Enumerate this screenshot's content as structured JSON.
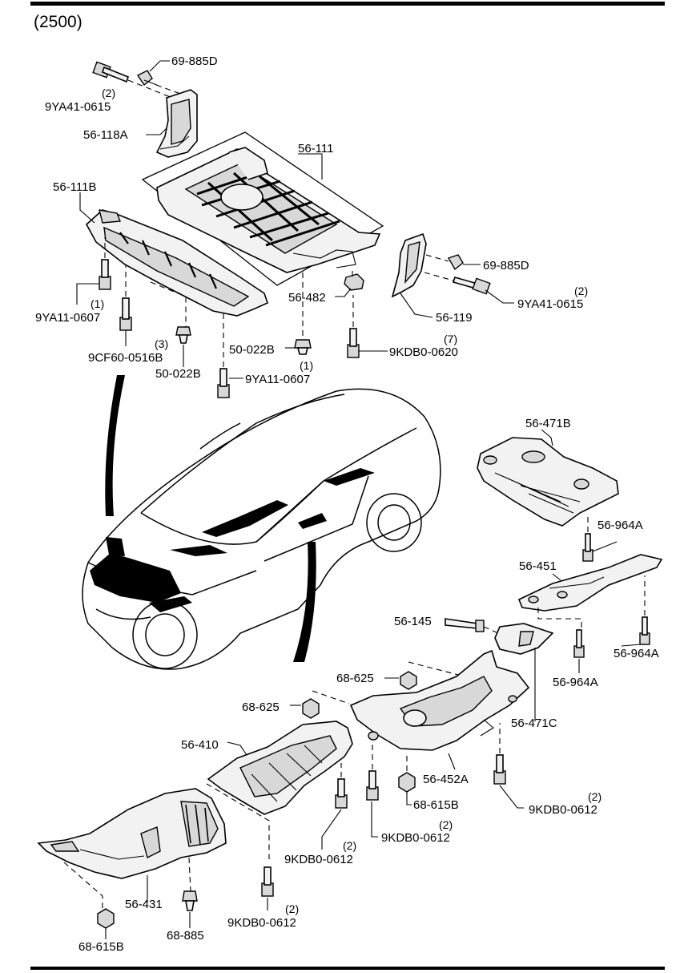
{
  "header": {
    "group_code": "(2500)"
  },
  "parts": {
    "p69_885D_top": "69-885D",
    "p9YA41_0615_top": "9YA41-0615",
    "p9YA41_0615_top_qty": "(2)",
    "p56_118A": "56-118A",
    "p56_111": "56-111",
    "p56_111B": "56-111B",
    "p69_885D_right": "69-885D",
    "p9YA41_0615_right": "9YA41-0615",
    "p9YA41_0615_right_qty": "(2)",
    "p56_482": "56-482",
    "p56_119": "56-119",
    "p9YA11_0607_left": "9YA11-0607",
    "p9YA11_0607_left_qty": "(1)",
    "p9CF60_0516B": "9CF60-0516B",
    "p9CF60_0516B_qty": "(3)",
    "p50_022B_mid": "50-022B",
    "p50_022B_low": "50-022B",
    "p9KDB0_0620": "9KDB0-0620",
    "p9KDB0_0620_qty": "(7)",
    "p9YA11_0607_mid": "9YA11-0607",
    "p9YA11_0607_mid_qty": "(1)",
    "p56_471B": "56-471B",
    "p56_964A_top": "56-964A",
    "p56_451": "56-451",
    "p56_145": "56-145",
    "p56_964A_right": "56-964A",
    "p56_964A_mid": "56-964A",
    "p68_625_upper": "68-625",
    "p68_625_lower": "68-625",
    "p56_471C": "56-471C",
    "p56_410": "56-410",
    "p56_452A": "56-452A",
    "p68_615B_mid": "68-615B",
    "p9KDB0_0612_right": "9KDB0-0612",
    "p9KDB0_0612_right_qty": "(2)",
    "p9KDB0_0612_midA": "9KDB0-0612",
    "p9KDB0_0612_midA_qty": "(2)",
    "p9KDB0_0612_midB": "9KDB0-0612",
    "p9KDB0_0612_midB_qty": "(2)",
    "p56_431": "56-431",
    "p9KDB0_0612_low": "9KDB0-0612",
    "p9KDB0_0612_low_qty": "(2)",
    "p68_885": "68-885",
    "p68_615B_low": "68-615B"
  }
}
